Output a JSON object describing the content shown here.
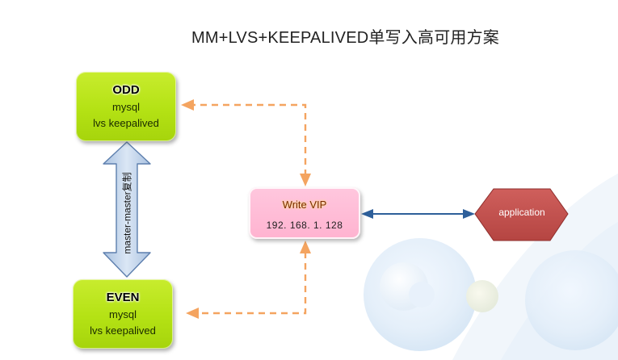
{
  "title": "MM+LVS+KEEPALIVED单写入高可用方案",
  "nodes": {
    "odd": {
      "name": "ODD",
      "service": "mysql",
      "components": "lvs keepalived"
    },
    "even": {
      "name": "EVEN",
      "service": "mysql",
      "components": "lvs keepalived"
    },
    "vip": {
      "title": "Write VIP",
      "address": "192. 168. 1. 128"
    },
    "app": {
      "label": "application"
    }
  },
  "replication": {
    "label": "master-master复制"
  },
  "colors": {
    "server": "#b4e214",
    "vip": "#ffb3d0",
    "app": "#c0504d",
    "dashed_arrow": "#f4a460",
    "link_arrow": "#2e5f9a",
    "replication_arrow": "#b9cde5"
  }
}
